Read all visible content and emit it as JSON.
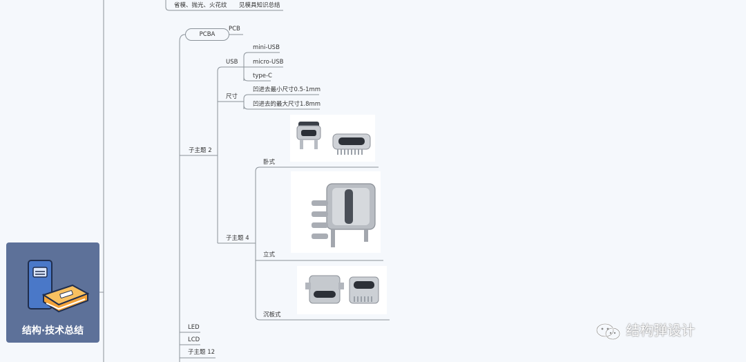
{
  "top_row": {
    "left_text": "省模、抛光、火花纹",
    "right_text": "见模具知识总结"
  },
  "pcba": {
    "label": "PCBA",
    "child": "PCB"
  },
  "topic2": {
    "label": "子主题 2",
    "usb": {
      "label": "USB",
      "items": [
        "mini-USB",
        "micro-USB",
        "type-C"
      ]
    },
    "size": {
      "label": "尺寸",
      "items": [
        "凹进去最小尺寸0.5-1mm",
        "凹进去的最大尺寸1.8mm"
      ]
    },
    "topic4": {
      "label": "子主题 4",
      "items": [
        "卧式",
        "立式",
        "沉板式"
      ]
    }
  },
  "bottom_items": [
    "LED",
    "LCD",
    "子主题 12"
  ],
  "root": {
    "title": "结构·技术总结"
  },
  "watermark": {
    "text": "结构弹设计"
  },
  "colors": {
    "line": "#8a9299",
    "root_card": "#5d7199",
    "background": "#f5f8fc",
    "book_blue": "#4a78c8",
    "book_orange": "#f2a33a"
  }
}
